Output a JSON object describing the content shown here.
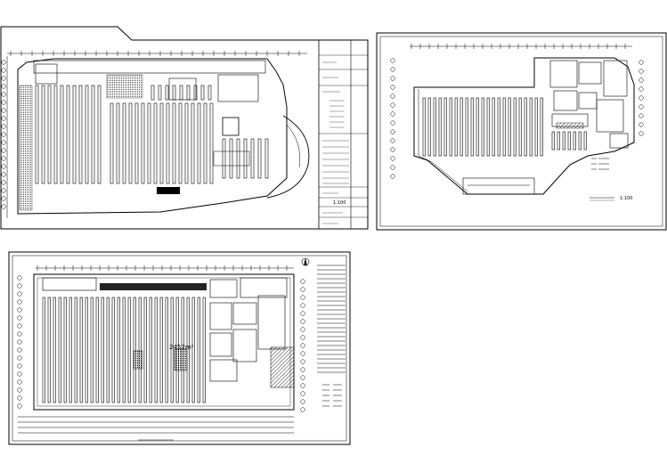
{
  "sheets": [
    {
      "id": "sheet-top-left",
      "scale_text": "1:100"
    },
    {
      "id": "sheet-top-right",
      "scale_text": "1:100"
    },
    {
      "id": "sheet-bottom",
      "area_text": "2457m²"
    }
  ],
  "colors": {
    "line": "#000000",
    "background": "#ffffff"
  }
}
